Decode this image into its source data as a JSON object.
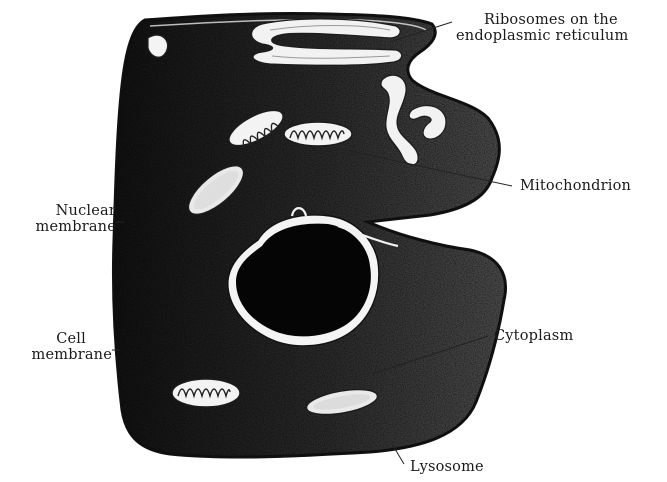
{
  "labels": {
    "ribosomes_line1": "Ribosomes on the",
    "ribosomes_line2": "endoplasmic reticulum",
    "mitochondrion": "Mitochondrion",
    "nuclear_line1": "Nuclear",
    "nuclear_line2": "membrane",
    "cell_line1": "Cell",
    "cell_line2": "membrane",
    "cytoplasm": "Cytoplasm",
    "lysosome": "Lysosome"
  },
  "colors": {
    "cell_body": "#2b2b2b",
    "nucleus": "#050505",
    "organelle_fill": "#f2f2f2",
    "leader_line": "#222222",
    "label_text": "#1a1a1a"
  }
}
